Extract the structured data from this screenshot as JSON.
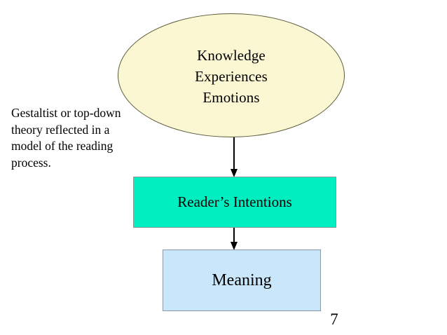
{
  "slide": {
    "background_color": "#ffffff",
    "page_number": "7"
  },
  "caption": {
    "lines": [
      "Gestaltist or top-down",
      "theory reflected in a",
      "model of the reading",
      "process."
    ]
  },
  "diagram": {
    "type": "flowchart",
    "orientation": "top-to-bottom",
    "nodes": [
      {
        "id": "knowledge",
        "shape": "ellipse",
        "fill": "#faf7d2",
        "stroke": "#5a5a3a",
        "lines": [
          "Knowledge",
          "Experiences",
          "Emotions"
        ]
      },
      {
        "id": "intentions",
        "shape": "rectangle",
        "fill": "#00efc0",
        "stroke": "#8a9a9a",
        "label": "Reader’s Intentions"
      },
      {
        "id": "meaning",
        "shape": "rectangle",
        "fill": "#c9e6fa",
        "stroke": "#8a9aa6",
        "label": "Meaning"
      }
    ],
    "edges": [
      {
        "id": "edge-knowledge-intentions",
        "from": "knowledge",
        "to": "intentions",
        "style": "solid-arrow",
        "color": "#000000"
      },
      {
        "id": "edge-intentions-meaning",
        "from": "intentions",
        "to": "meaning",
        "style": "solid-arrow",
        "color": "#000000"
      }
    ]
  }
}
